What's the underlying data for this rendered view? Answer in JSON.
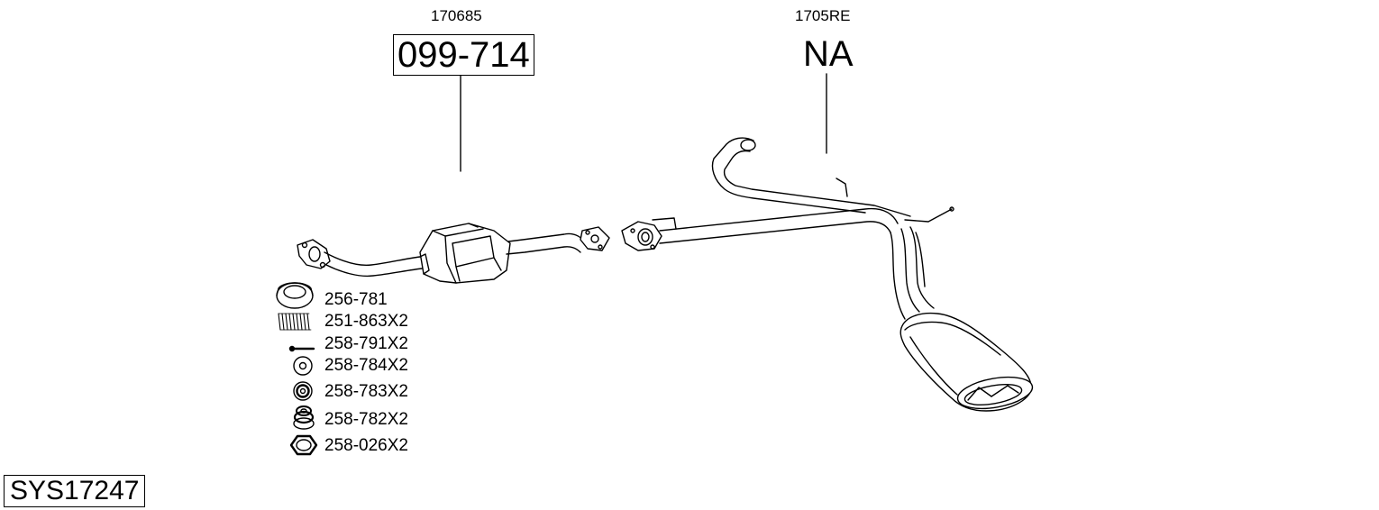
{
  "assembly": {
    "front_section": {
      "supplier_code": "170685",
      "part_number": "099-714"
    },
    "rear_section": {
      "supplier_code": "1705RE",
      "part_number": "NA"
    }
  },
  "fitting_parts": [
    {
      "code": "256-781",
      "icon": "gasket-ring-icon"
    },
    {
      "code": "251-863X2",
      "icon": "spring-icon"
    },
    {
      "code": "258-791X2",
      "icon": "bolt-icon"
    },
    {
      "code": "258-784X2",
      "icon": "washer-icon"
    },
    {
      "code": "258-783X2",
      "icon": "rubber-mount-icon"
    },
    {
      "code": "258-782X2",
      "icon": "rubber-bushing-icon"
    },
    {
      "code": "258-026X2",
      "icon": "hex-nut-icon"
    }
  ],
  "system": {
    "id": "SYS17247"
  }
}
